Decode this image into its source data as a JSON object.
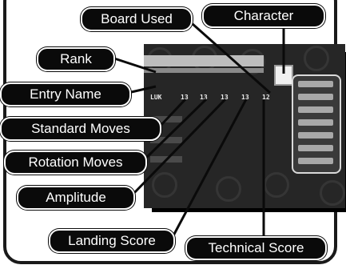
{
  "labels": {
    "rank": "Rank",
    "entry_name": "Entry Name",
    "standard_moves": "Standard Moves",
    "rotation_moves": "Rotation Moves",
    "amplitude": "Amplitude",
    "landing_score": "Landing Score",
    "technical_score": "Technical Score",
    "board_used": "Board Used",
    "character": "Character"
  },
  "screen": {
    "entry_text": "LUK",
    "scores": [
      "13",
      "13",
      "13",
      "13",
      "12"
    ]
  },
  "colors": {
    "label_bg": "#0a0a0a",
    "label_text": "#ffffff"
  }
}
